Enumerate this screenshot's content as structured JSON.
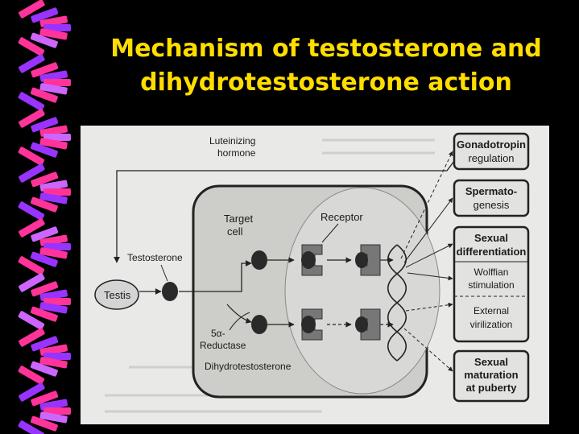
{
  "slide": {
    "title_line1": "Mechanism of testosterone and",
    "title_line2": "dihydrotestosterone action"
  },
  "diagram": {
    "lh_line1": "Luteinizing",
    "lh_line2": "hormone",
    "target_cell_line1": "Target",
    "target_cell_line2": "cell",
    "receptor": "Receptor",
    "testosterone": "Testosterone",
    "testis": "Testis",
    "reductase_line1": "5α-",
    "reductase_line2": "Reductase",
    "dht": "Dihydrotestosterone",
    "outcomes": {
      "gonadotropin_line1": "Gonadotropin",
      "gonadotropin_line2": "regulation",
      "spermato_line1": "Spermato-",
      "spermato_line2": "genesis",
      "sexual_diff_line1": "Sexual",
      "sexual_diff_line2": "differentiation",
      "wolffian_line1": "Wolffian",
      "wolffian_line2": "stimulation",
      "external_line1": "External",
      "external_line2": "virilization",
      "maturation_line1": "Sexual",
      "maturation_line2": "maturation",
      "maturation_line3": "at puberty"
    }
  },
  "colors": {
    "title": "#ffdd00",
    "background": "#000000",
    "page": "#ececec",
    "border_pink": "#ff3399",
    "border_purple": "#9933ff"
  }
}
